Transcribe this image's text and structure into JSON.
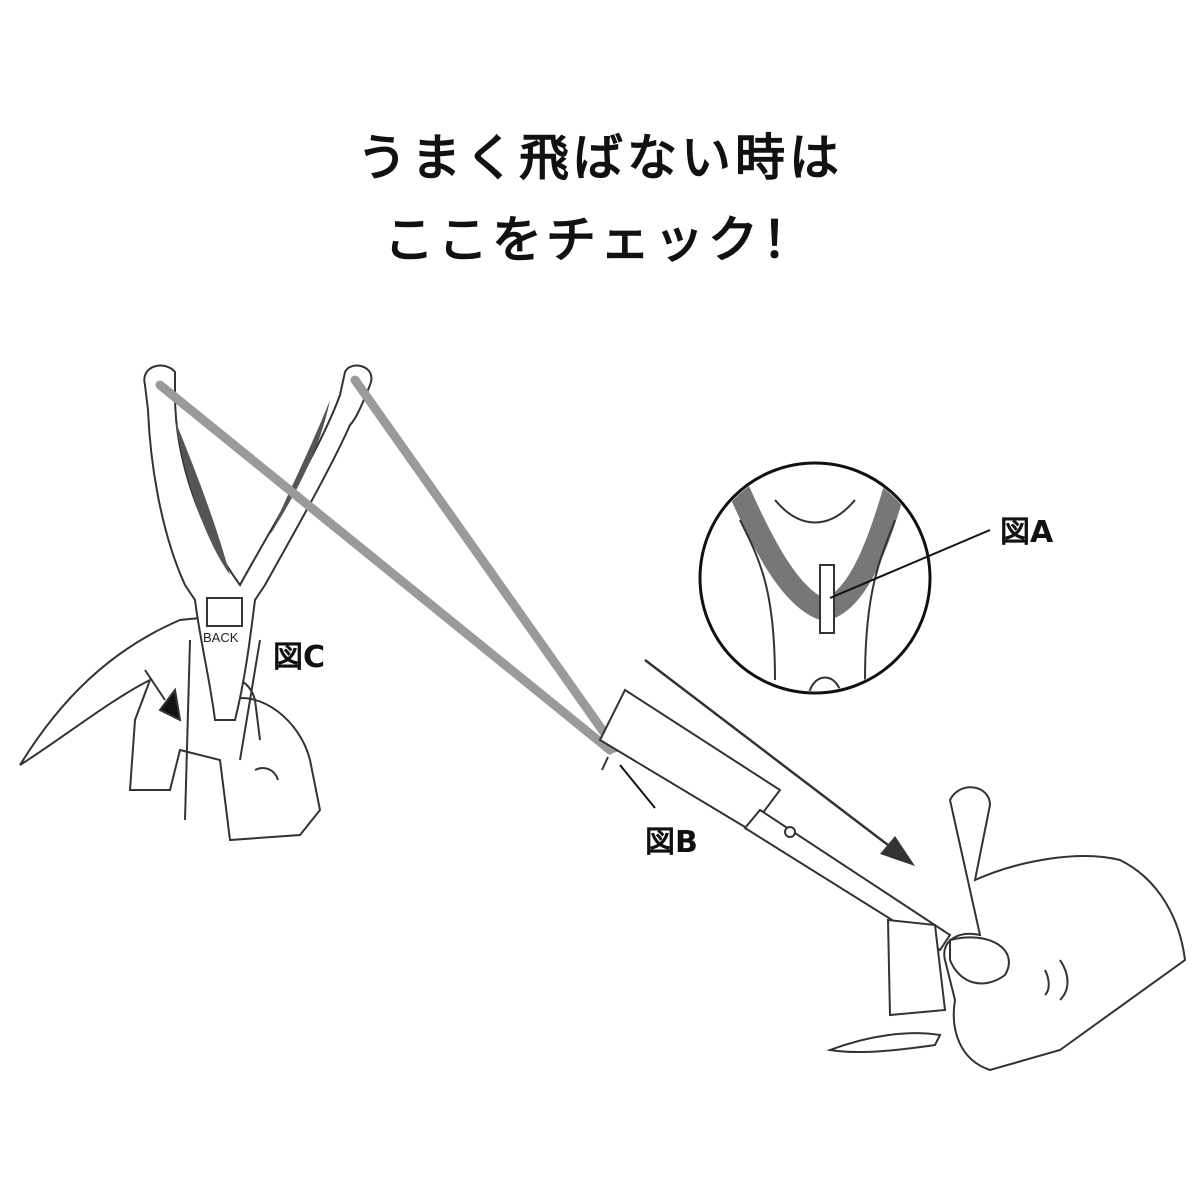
{
  "title": {
    "line1": "うまく飛ばない時は",
    "line2": "ここをチェック！"
  },
  "labels": {
    "fig_a": "図A",
    "fig_b": "図B",
    "fig_c": "図C",
    "back": "BACK"
  },
  "colors": {
    "band": "#9a9a9a",
    "band_dark": "#6f6f6f",
    "outline": "#333333"
  }
}
